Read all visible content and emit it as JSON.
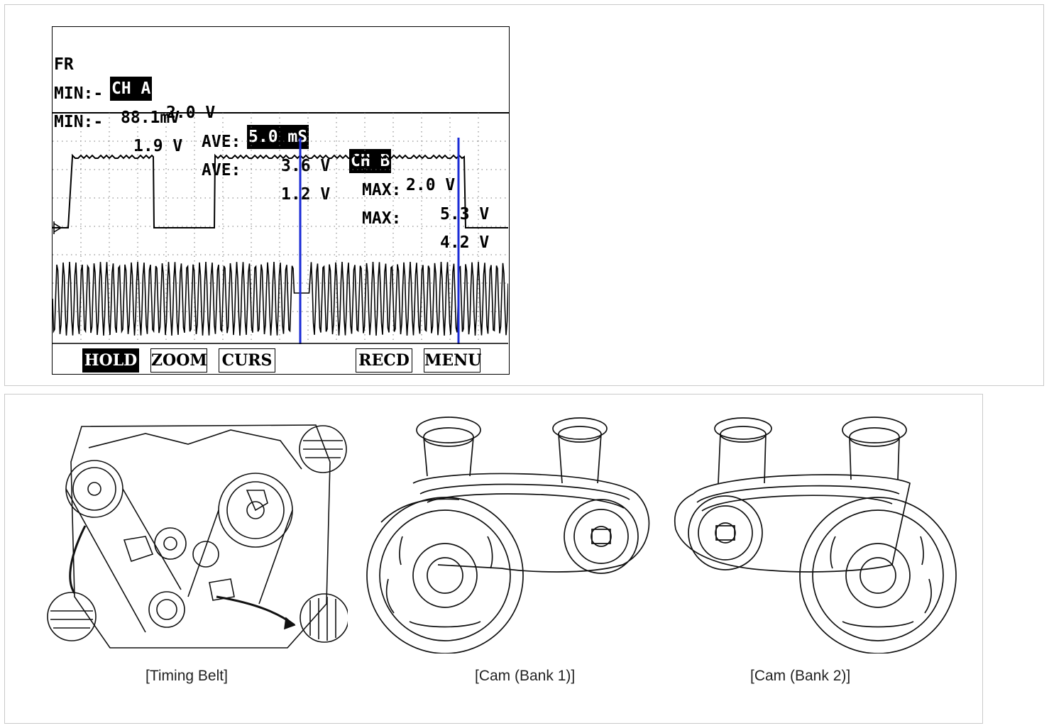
{
  "scope": {
    "header_row1": {
      "mode": "FR",
      "ch_a_label": "CH A",
      "ch_a_scale": "2.0 V",
      "timebase": "5.0 mS",
      "ch_b_label": "CH B",
      "ch_b_scale": "2.0 V"
    },
    "ch_a_stats": {
      "min_label": "MIN:-",
      "min": "88.1mV",
      "ave_label": "AVE:",
      "ave": "3.6 V",
      "max_label": "MAX:",
      "max": "5.3 V"
    },
    "ch_b_stats": {
      "min_label": "MIN:-",
      "min": "1.9 V",
      "ave_label": "AVE:",
      "ave": "1.2 V",
      "max_label": "MAX:",
      "max": "4.2 V"
    },
    "function_buttons": [
      "HOLD",
      "ZOOM",
      "CURS",
      "RECD",
      "MENU"
    ],
    "active_button": "HOLD",
    "colors": {
      "cursor": "#1a2bd6",
      "trace": "#000000",
      "grid": "#777777"
    }
  },
  "illustrations": {
    "timing_belt_caption": "[Timing Belt]",
    "cam_bank1_caption": "[Cam (Bank 1)]",
    "cam_bank2_caption": "[Cam (Bank 2)]"
  }
}
